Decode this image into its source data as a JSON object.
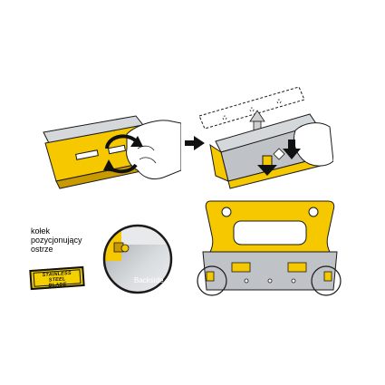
{
  "labels": {
    "pin_label_lines": [
      "kołek",
      "pozycjonujący",
      "ostrze"
    ],
    "detail_caption": "Backside",
    "badge_lines": [
      "STAINLESS",
      "STEEL",
      "BLADE"
    ]
  },
  "icons": {
    "step_arrow": "arrow-right-icon",
    "rotate_arrows": "rotate-arrows-icon",
    "push_arrows": "down-arrow-icon",
    "slide_arrow": "up-arrow-icon"
  },
  "colors": {
    "yellow": "#f5c800",
    "yellow_dark": "#c99a00",
    "steel": "#bfc3c7",
    "steel_dark": "#8d9297",
    "outline": "#1a1a1a"
  }
}
